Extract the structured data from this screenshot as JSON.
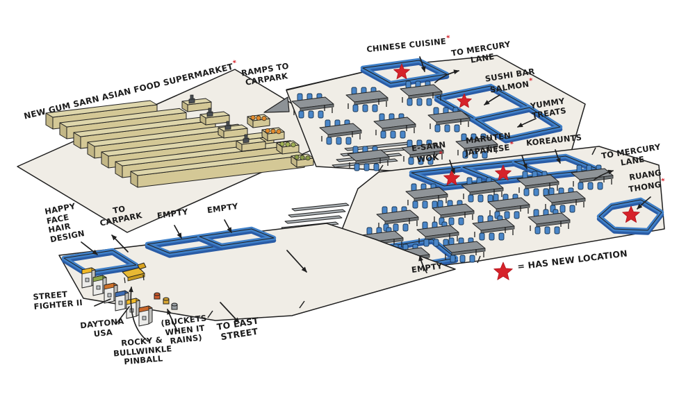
{
  "legend": {
    "symbol": "red-star",
    "text": "= HAS NEW LOCATION",
    "asterisk": "*"
  },
  "areas": {
    "supermarket": {
      "text": "NEW GUM SARN ASIAN FOOD SUPERMARKET",
      "starred": true
    },
    "ramps_to_carpark": {
      "text": "RAMPS TO\nCARPARK"
    },
    "chinese_cuisine": {
      "text": "CHINESE CUISINE",
      "starred": true
    },
    "to_mercury_lane_upper": {
      "text": "TO MERCURY\nLANE"
    },
    "sushi_bar_salmon": {
      "text": "SUSHI BAR\nSALMON",
      "starred": true
    },
    "yummy_treats": {
      "text": "YUMMY\nTREATS"
    },
    "e_sarn_wok": {
      "text": "E-SARN\nWOK",
      "starred": true
    },
    "maruten_japanese": {
      "text": "MARUTEN\nJAPANESE",
      "starred": true
    },
    "koreaunts": {
      "text": "KOREAUNTS"
    },
    "to_mercury_lane_lower": {
      "text": "TO MERCURY\nLANE"
    },
    "ruang_thong": {
      "text": "RUANG\nTHONG",
      "starred": true
    },
    "empty_stall_left_1": {
      "text": "EMPTY"
    },
    "empty_stall_left_2": {
      "text": "EMPTY"
    },
    "empty_stall_bottom": {
      "text": "EMPTY"
    },
    "happy_face_hair_design": {
      "text": "HAPPY\nFACE\nHAIR\nDESIGN"
    },
    "to_carpark": {
      "text": "TO\nCARPARK"
    },
    "street_fighter_ii": {
      "text": "STREET\nFIGHTER II"
    },
    "daytona_usa": {
      "text": "DAYTONA\nUSA"
    },
    "rocky_bullwinkle_pinball": {
      "text": "ROCKY &\nBULLWINKLE\nPINBALL"
    },
    "buckets_when_it_rains": {
      "text": "(BUCKETS\nWHEN IT\nRAINS)"
    },
    "to_east_street": {
      "text": "TO EAST\nSTREET"
    }
  },
  "counts": {
    "supermarket_aisles": 7,
    "checkout_counters": 4,
    "produce_bins": 4,
    "upper_food_court_tables": 9,
    "lower_food_court_tables": 14,
    "arcade_machines": 6,
    "buckets": 3,
    "new_location_stars": 6
  },
  "colors": {
    "background": "#ffffff",
    "floor": "#f0ede6",
    "outline": "#1f1f1f",
    "stall_blue": "#4080c8",
    "stall_blue_dark": "#2a5ca6",
    "star_red": "#d6222a",
    "table_gray": "#8f9498",
    "table_edge": "#6d7275",
    "chair_blue": "#4a86c8",
    "shelf_top": "#ded6ab",
    "shelf_front": "#d4c896",
    "shelf_side": "#c3b786",
    "ramp_gray": "#8d9296",
    "steps_gray": "#aab0b4",
    "register_dark": "#4a4f54",
    "machine_body": "#ececea",
    "machine_side": "#c0c0bd",
    "pinball_yellow": "#e8b933",
    "arcade_machine_tops": [
      "#f0b929",
      "#8fa84b",
      "#d0722a",
      "#3f6db3",
      "#f0b929",
      "#c9682b"
    ],
    "produce_colors": [
      "#e08a2d",
      "#e08a2d",
      "#9faf52",
      "#8a9a48"
    ],
    "bucket_colors": [
      "#cc5a2d",
      "#d9a733",
      "#9aa0a4"
    ]
  }
}
